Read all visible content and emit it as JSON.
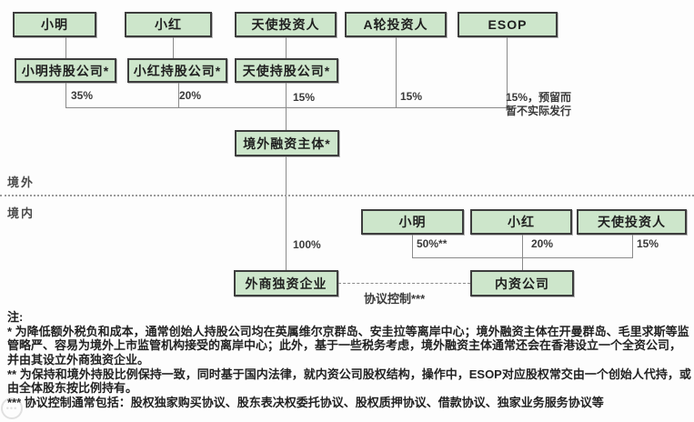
{
  "colors": {
    "box_fill": "#cde6cb",
    "box_border": "#3d3d3d",
    "connector_line": "#8a8a8a",
    "text": "#222222"
  },
  "diagram": {
    "region_labels": {
      "offshore": "境外",
      "onshore": "境内"
    },
    "top_row": [
      {
        "label": "小明"
      },
      {
        "label": "小红"
      },
      {
        "label": "天使投资人"
      },
      {
        "label": "A轮投资人"
      },
      {
        "label": "ESOP"
      }
    ],
    "holding_row": [
      {
        "label": "小明持股公司*",
        "pct": "35%"
      },
      {
        "label": "小红持股公司*",
        "pct": "20%"
      },
      {
        "label": "天使持股公司*",
        "pct": "15%"
      }
    ],
    "series_a_pct": "15%",
    "esop_pct": "15%，预留而\n暂不实际发行",
    "offshore_spv": {
      "label": "境外融资主体*"
    },
    "wfoe": {
      "label": "外商独资企业",
      "pct": "100%"
    },
    "vie_link_label": "协议控制***",
    "domestic_row": [
      {
        "label": "小明",
        "pct": "50%**"
      },
      {
        "label": "小红",
        "pct": "20%"
      },
      {
        "label": "天使投资人",
        "pct": "15%"
      }
    ],
    "domestic_co": {
      "label": "内资公司"
    }
  },
  "notes": {
    "heading": "注:",
    "note1": "* 为降低额外税负和成本，通常创始人持股公司均在英属维尔京群岛、安圭拉等离岸中心；境外融资主体在开曼群岛、毛里求斯等监管略严、容易为境外上市监管机构接受的离岸中心；此外，基于一些税务考虑，境外融资主体通常还会在香港设立一个全资公司，并由其设立外商独资企业。",
    "note2": "** 为保持和境外持股比例保持一致，同时基于国内法律，就内资公司股权结构，操作中，ESOP对应股权常交由一个创始人代持，或由全体股东按比例持有。",
    "note3": "*** 协议控制通常包括：股权独家购买协议、股东表决权委托协议、股权质押协议、借款协议、独家业务服务协议等"
  }
}
